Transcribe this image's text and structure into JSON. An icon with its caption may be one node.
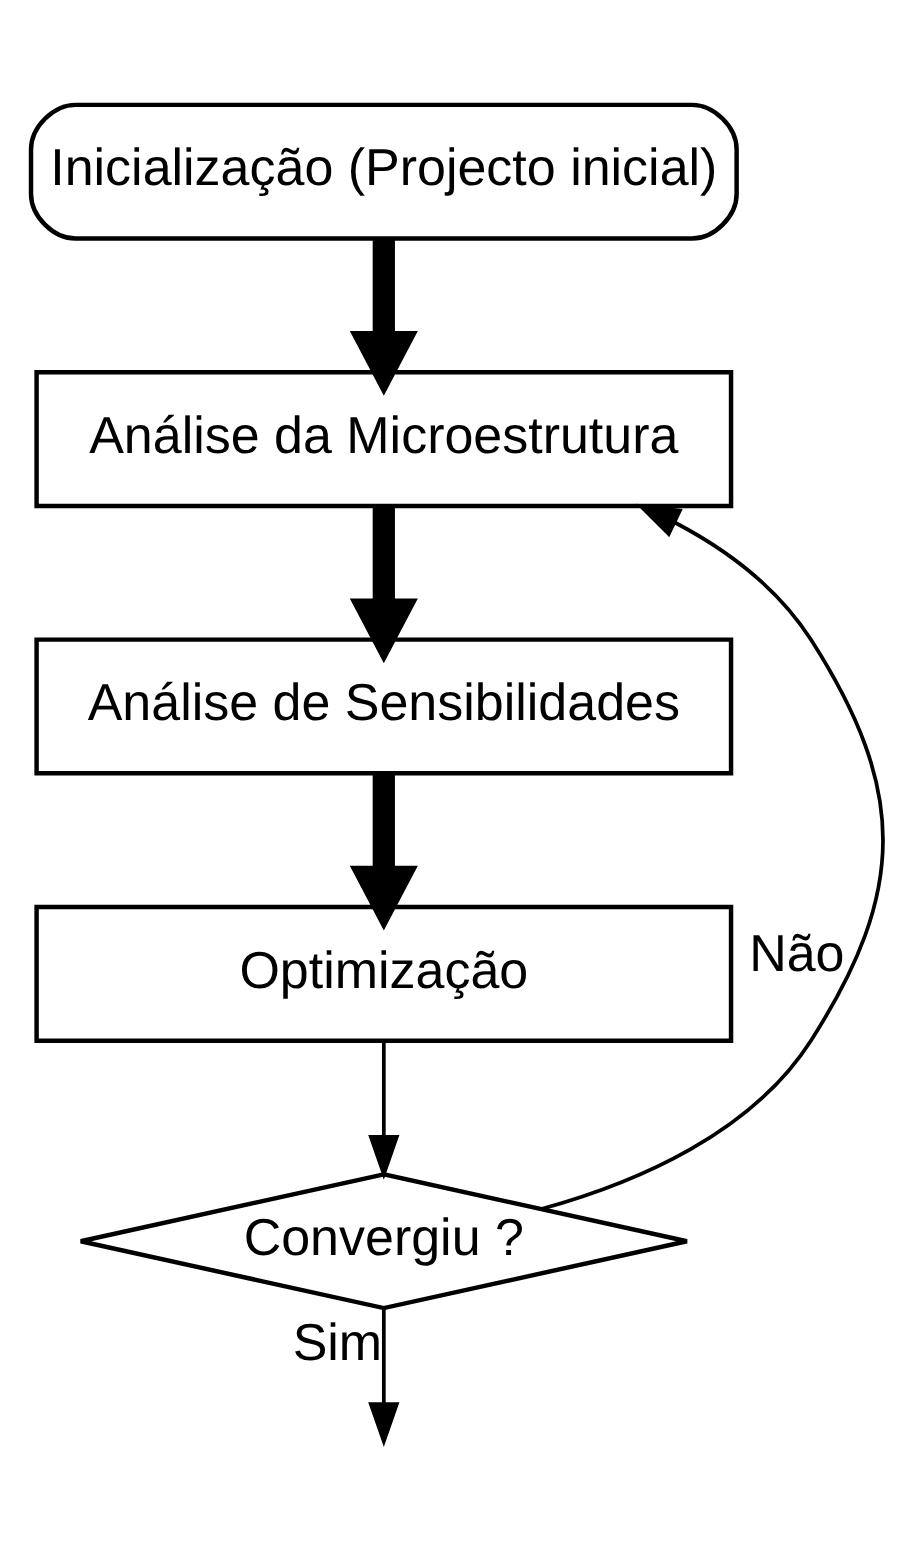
{
  "diagram": {
    "nodes": [
      {
        "text": [
          "Inicialização (Projecto inicial)"
        ]
      },
      {
        "text": [
          "Análise da Microestrutura"
        ]
      },
      {
        "text": [
          "Análise de Sensibilidades"
        ]
      },
      {
        "text": [
          "Optimização"
        ]
      },
      {
        "text": [
          "Convergiu ?"
        ]
      }
    ],
    "edges": [
      {
        "from": 0,
        "to": 1,
        "arrow": "to",
        "style": "thick"
      },
      {
        "from": 1,
        "to": 2,
        "arrow": "to",
        "style": "thick"
      },
      {
        "from": 2,
        "to": 3,
        "arrow": "to",
        "style": "thick"
      },
      {
        "from": 3,
        "to": 4,
        "arrow": "to"
      },
      {
        "from": 4,
        "to": 1,
        "arrow": "to",
        "label": "Não"
      },
      {
        "from": 4,
        "to": null,
        "arrow": "to",
        "label": "Sim"
      }
    ]
  }
}
